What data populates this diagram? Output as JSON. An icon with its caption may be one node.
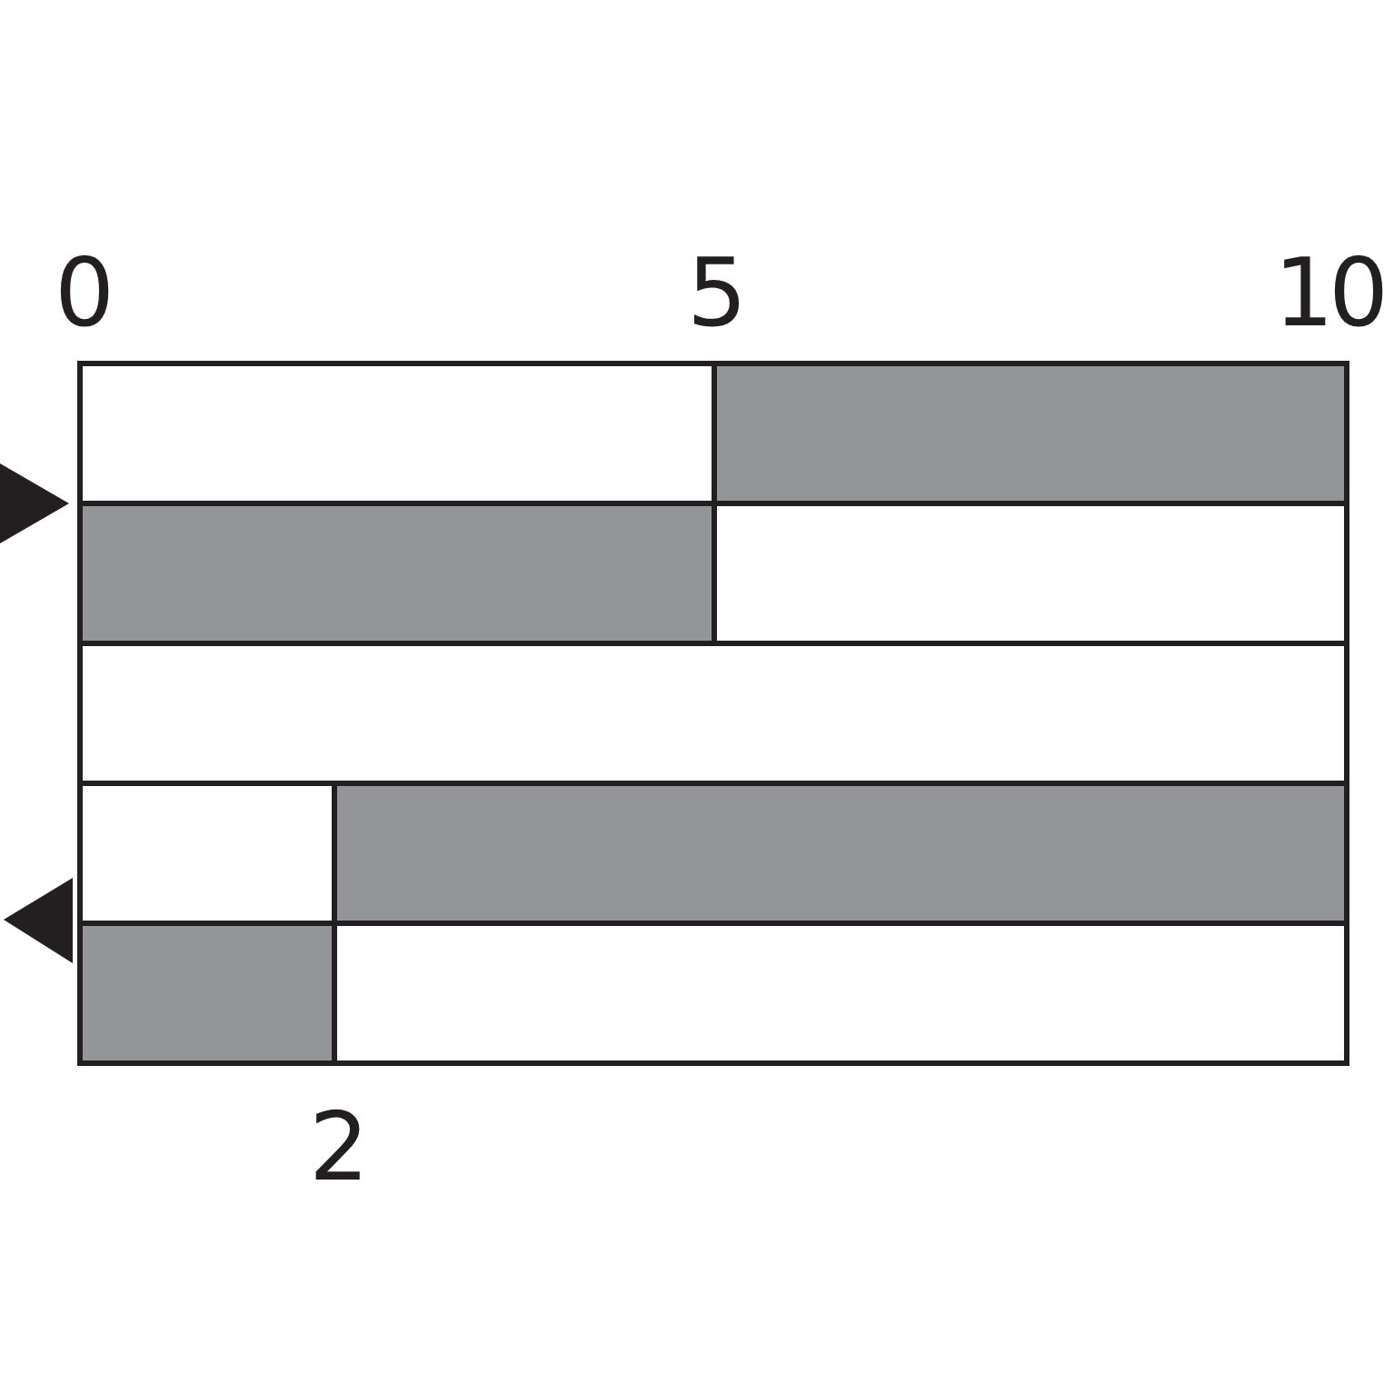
{
  "diagram": {
    "labels": [
      "0",
      "5",
      "10",
      "2"
    ]
  }
}
